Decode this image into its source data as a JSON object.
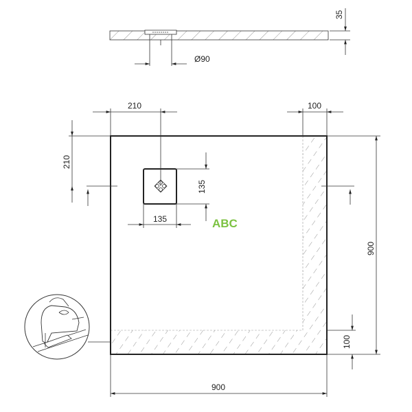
{
  "dimensions": {
    "profile_thickness": "35",
    "drain_diameter": "Ø90",
    "drain_offset_x": "210",
    "drain_offset_y": "210",
    "drain_size_w": "135",
    "drain_size_h": "135",
    "edge_strip_right": "100",
    "edge_strip_bottom": "100",
    "width": "900",
    "height": "900"
  },
  "watermark": {
    "text": "ABC",
    "color": "#7cc242"
  },
  "colors": {
    "line": "#222222",
    "hatch": "#888888"
  },
  "icons": [
    "drain-grate-icon",
    "jigsaw-cutting-illustration"
  ]
}
